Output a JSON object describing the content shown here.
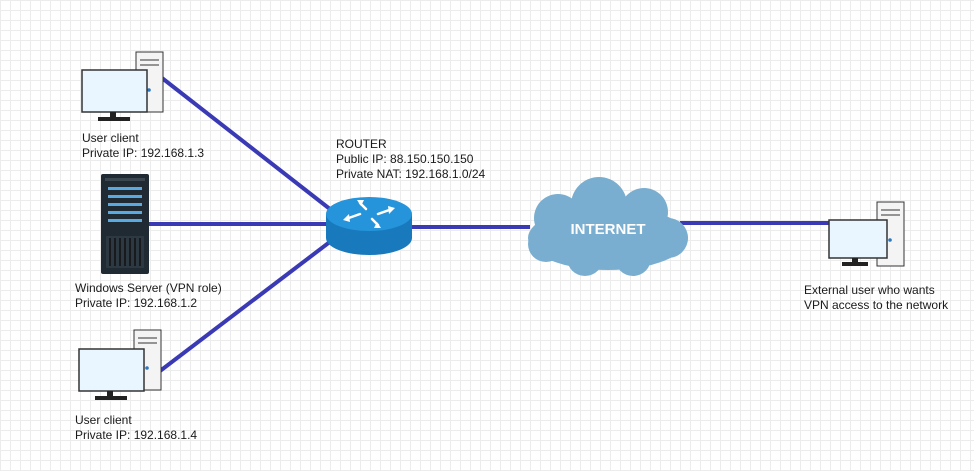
{
  "nodes": {
    "client_top": {
      "name": "User client",
      "ip": "Private IP: 192.168.1.3"
    },
    "server": {
      "name": "Windows Server  (VPN role)",
      "ip": "Private IP: 192.168.1.2"
    },
    "client_bottom": {
      "name": "User client",
      "ip": "Private IP: 192.168.1.4"
    },
    "router": {
      "name": "ROUTER",
      "public_ip": "Public IP: 88.150.150.150",
      "nat": "Private NAT: 192.168.1.0/24"
    },
    "internet": {
      "name": "INTERNET"
    },
    "external": {
      "line1": "External user who wants",
      "line2": "VPN access to the network"
    }
  },
  "colors": {
    "link": "#3b3ab5",
    "router": "#1b8ad0",
    "cloud": "#7aaed0",
    "monitor": "#eaf6ff",
    "tower": "#f4f4f4",
    "server": "#1f2a33",
    "server_slots": "#5aa9e0"
  },
  "icons": [
    "desktop-computer-icon",
    "server-rack-icon",
    "router-icon",
    "cloud-icon"
  ]
}
